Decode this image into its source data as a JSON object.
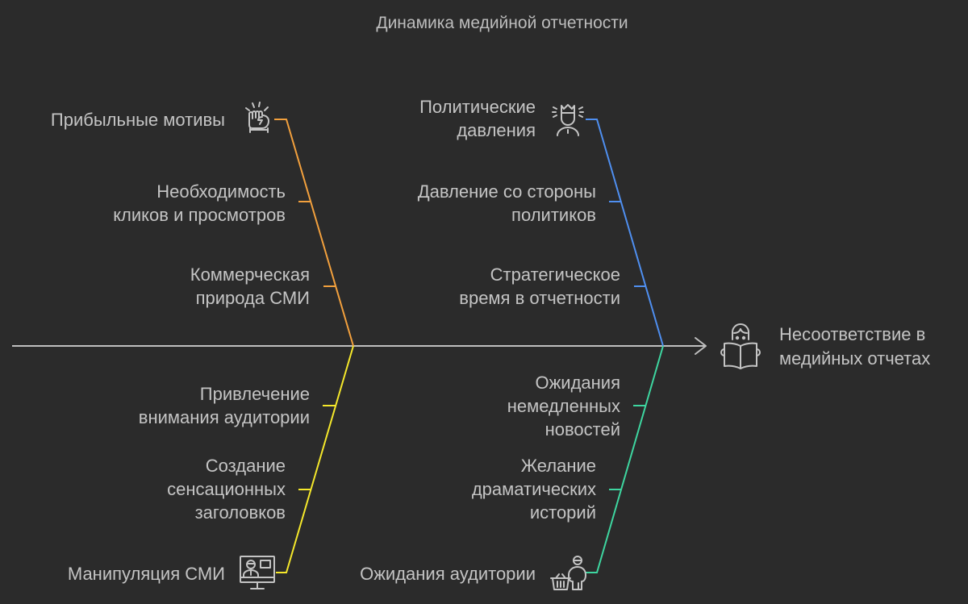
{
  "title": "Динамика медийной отчетности",
  "effect": {
    "line1": "Несоответствие в",
    "line2": "медийных отчетах",
    "icon": "reading-person-icon"
  },
  "colors": {
    "background": "#2b2b2b",
    "spine": "#bfbfbf",
    "orange": "#f2a03d",
    "blue": "#4f8ff0",
    "yellow": "#f5e82b",
    "green": "#3ed6a0",
    "text": "#c4c4c4"
  },
  "categories": [
    {
      "position": "top-left",
      "color": "orange",
      "head": {
        "line1": "Прибыльные мотивы",
        "line2": "",
        "icon": "raised-fist-icon"
      },
      "causes": [
        {
          "line1": "Необходимость",
          "line2": "кликов и просмотров"
        },
        {
          "line1": "Коммерческая",
          "line2": "природа СМИ"
        }
      ]
    },
    {
      "position": "top-right",
      "color": "blue",
      "head": {
        "line1": "Политические",
        "line2": "давления",
        "icon": "king-crown-icon"
      },
      "causes": [
        {
          "line1": "Давление со стороны",
          "line2": "политиков"
        },
        {
          "line1": "Стратегическое",
          "line2": "время в отчетности"
        }
      ]
    },
    {
      "position": "bottom-left",
      "color": "yellow",
      "head": {
        "line1": "Манипуляция СМИ",
        "line2": "",
        "icon": "video-call-monitor-icon"
      },
      "causes": [
        {
          "line1": "Привлечение",
          "line2": "внимания аудитории"
        },
        {
          "line1": "Создание",
          "line2": "сенсационных",
          "line3": "заголовков"
        }
      ]
    },
    {
      "position": "bottom-right",
      "color": "green",
      "head": {
        "line1": "Ожидания аудитории",
        "line2": "",
        "icon": "shopper-basket-icon"
      },
      "causes": [
        {
          "line1": "Ожидания",
          "line2": "немедленных",
          "line3": "новостей"
        },
        {
          "line1": "Желание",
          "line2": "драматических",
          "line3": "историй"
        }
      ]
    }
  ]
}
